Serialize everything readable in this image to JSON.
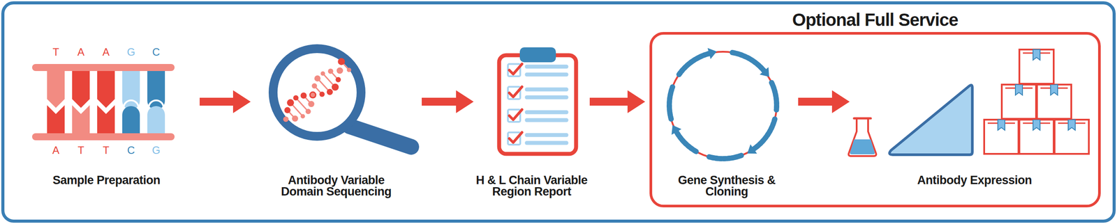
{
  "diagram": {
    "title": "Optional Full Service",
    "nodes": [
      {
        "text": [
          "Sample Preparation"
        ]
      },
      {
        "text": [
          "Antibody Variable Domain Sequencing"
        ]
      },
      {
        "text": [
          "H & L Chain Variable Region Report"
        ]
      },
      {
        "text": [
          "Optional Full Service"
        ]
      },
      {
        "text": [
          "Gene Synthesis & Cloning"
        ],
        "in": 3
      },
      {
        "text": [
          "Antibody Expression"
        ],
        "in": 3
      }
    ],
    "edges": [
      {
        "from": 0,
        "to": 1,
        "arrow": "to"
      },
      {
        "from": 1,
        "to": 2,
        "arrow": "to"
      },
      {
        "from": 2,
        "to": 3,
        "arrow": "to"
      },
      {
        "from": 4,
        "to": 5,
        "arrow": "to"
      }
    ],
    "labels": [
      "T",
      "A",
      "A",
      "G",
      "C",
      "A",
      "T",
      "T",
      "C",
      "G"
    ]
  }
}
